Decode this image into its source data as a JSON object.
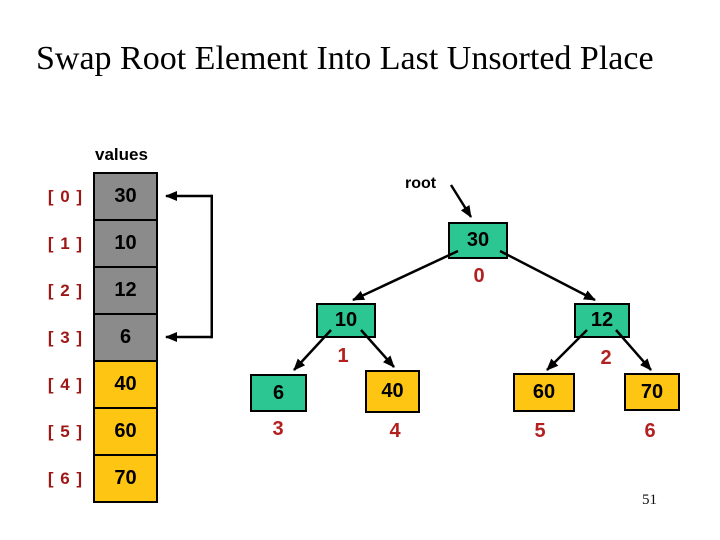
{
  "title": "Swap Root Element Into Last Unsorted Place",
  "page_number": "51",
  "array": {
    "label": "values",
    "cells": [
      {
        "index": "[ 0 ]",
        "value": "30",
        "state": "unsorted"
      },
      {
        "index": "[ 1 ]",
        "value": "10",
        "state": "unsorted"
      },
      {
        "index": "[ 2 ]",
        "value": "12",
        "state": "unsorted"
      },
      {
        "index": "[ 3 ]",
        "value": "6",
        "state": "unsorted"
      },
      {
        "index": "[ 4 ]",
        "value": "40",
        "state": "sorted"
      },
      {
        "index": "[ 5 ]",
        "value": "60",
        "state": "sorted"
      },
      {
        "index": "[ 6 ]",
        "value": "70",
        "state": "sorted"
      }
    ],
    "swap_between_rows": [
      0,
      3
    ]
  },
  "tree": {
    "root_label": "root",
    "nodes": [
      {
        "value": "30",
        "index": "0",
        "state": "heap"
      },
      {
        "value": "10",
        "index": "1",
        "state": "heap"
      },
      {
        "value": "12",
        "index": "2",
        "state": "heap"
      },
      {
        "value": "6",
        "index": "3",
        "state": "heap"
      },
      {
        "value": "40",
        "index": "4",
        "state": "sorted"
      },
      {
        "value": "60",
        "index": "5",
        "state": "sorted"
      },
      {
        "value": "70",
        "index": "6",
        "state": "sorted"
      }
    ]
  },
  "colors": {
    "heap_node": "#2cc693",
    "sorted_node": "#fec613",
    "array_unsorted_cell": "#8b8b8b",
    "array_index_red": "#9e1717",
    "tree_index_red": "#b32020"
  }
}
